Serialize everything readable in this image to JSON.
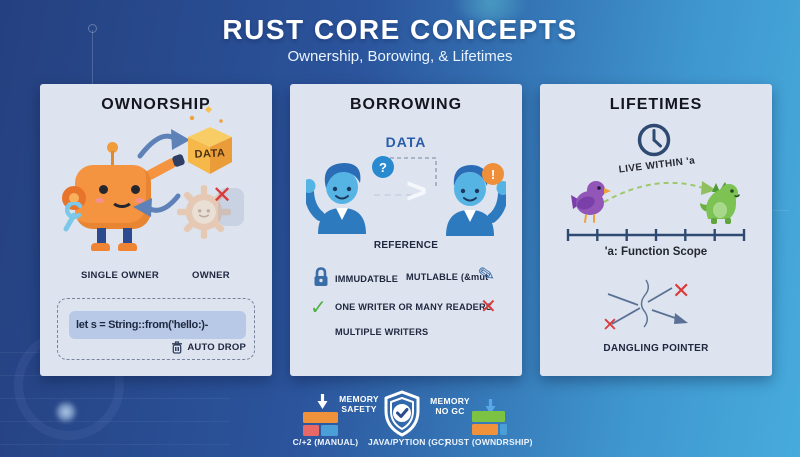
{
  "header": {
    "title": "RUST CORE CONCEPTS",
    "subtitle": "Ownership, Borowing, & Lifetimes"
  },
  "ownership": {
    "title": "OWNORSHIP",
    "cube_label": "DATA",
    "label_single_owner": "SINGLE OWNER",
    "label_owner": "OWNER",
    "code": "let s = String::from('hello:)-",
    "auto_drop": "AUTO DROP"
  },
  "borrowing": {
    "title": "BORROWING",
    "data_label": "DATA",
    "question_badge": "?",
    "exclaim_badge": "!",
    "chevron": ">",
    "reference_label": "REFERENCE",
    "immutable_label": "IMMUDATBLE",
    "mutable_label": "MUTLABLE (&mut",
    "rule_allowed": "ONE WRITER OR MANY READERS",
    "rule_forbidden": "MULTIPLE WRITERS"
  },
  "lifetimes": {
    "title": "LIFETIMES",
    "live_within": "LIVE WITHIN 'a",
    "scope": "'a: Function Scope",
    "dangling": "DANGLING POINTER"
  },
  "footer": {
    "memory_safety": "MEMORY SAFETY",
    "memory_no_gc": "MEMORY NO GC",
    "lang_manual": "C/+2 (MANUAL)",
    "lang_gc": "JAVA/PYTION (GC)",
    "lang_rust": "RUST (OWNDRSHIP)"
  },
  "glyphs": {
    "cross": "✕",
    "check": "✓",
    "pencil": "✎"
  },
  "colors": {
    "background_dark": "#25407f",
    "background_light": "#47abdd",
    "panel_bg": "#dde4ef",
    "robot_orange": "#f59440",
    "person_blue": "#2e7abf",
    "alert_red": "#d93a3a",
    "ok_green": "#4db043",
    "bar_orange": "#f0923c",
    "bar_blue": "#4a9fd8",
    "bar_green": "#7cc344",
    "bar_red": "#e86868"
  }
}
